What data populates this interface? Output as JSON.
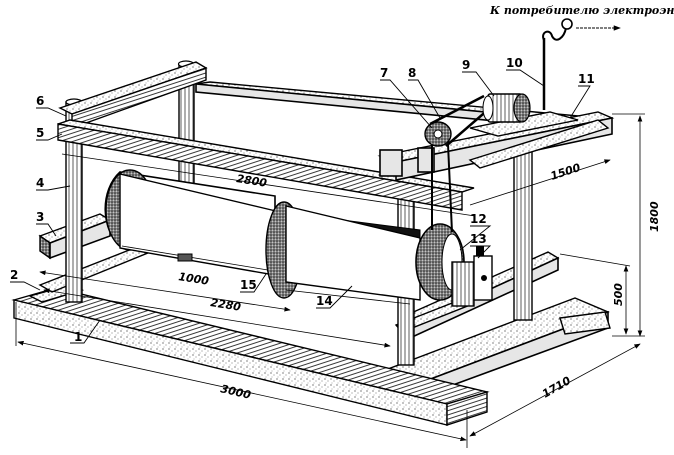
{
  "caption": "К потребителю электроэнергии",
  "part_labels": [
    {
      "id": "1"
    },
    {
      "id": "2"
    },
    {
      "id": "3"
    },
    {
      "id": "4"
    },
    {
      "id": "5"
    },
    {
      "id": "6"
    },
    {
      "id": "7"
    },
    {
      "id": "8"
    },
    {
      "id": "9"
    },
    {
      "id": "10"
    },
    {
      "id": "11"
    },
    {
      "id": "12"
    },
    {
      "id": "13"
    },
    {
      "id": "14"
    },
    {
      "id": "15"
    }
  ],
  "dimensions": {
    "frame_length": "3000",
    "frame_width": "1710",
    "frame_height": "1800",
    "axle_height": "500",
    "top_length": "2800",
    "top_width": "1500",
    "rotor_length": "2280",
    "blade_section": "1000"
  }
}
